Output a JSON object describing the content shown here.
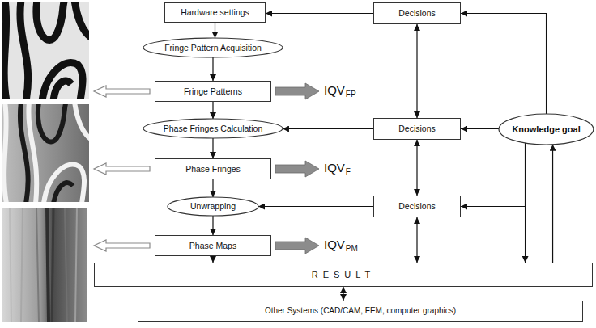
{
  "diagram": {
    "nodes": [
      {
        "text": [
          "Hardware settings"
        ]
      },
      {
        "text": [
          "Decisions"
        ]
      },
      {
        "text": [
          "Fringe Pattern Acquisition"
        ]
      },
      {
        "text": [
          "Fringe Patterns"
        ]
      },
      {
        "text": [
          "Phase Fringes Calculation"
        ]
      },
      {
        "text": [
          "Decisions"
        ]
      },
      {
        "text": [
          "Knowledge goal"
        ]
      },
      {
        "text": [
          "Phase Fringes"
        ]
      },
      {
        "text": [
          "Unwrapping"
        ]
      },
      {
        "text": [
          "Decisions"
        ]
      },
      {
        "text": [
          "Phase Maps"
        ]
      },
      {
        "text": [
          "RESULT"
        ]
      },
      {
        "text": [
          "Other Systems (CAD/CAM, FEM, computer graphics)"
        ]
      }
    ],
    "edges": [
      {
        "from": 0,
        "to": 2,
        "arrow": "to"
      },
      {
        "from": 2,
        "to": 3,
        "arrow": "to"
      },
      {
        "from": 3,
        "to": 4,
        "arrow": "to"
      },
      {
        "from": 4,
        "to": 7,
        "arrow": "to"
      },
      {
        "from": 7,
        "to": 8,
        "arrow": "to"
      },
      {
        "from": 8,
        "to": 10,
        "arrow": "to"
      },
      {
        "from": 10,
        "to": 11,
        "arrow": "to"
      },
      {
        "from": 1,
        "to": 0,
        "arrow": "to"
      },
      {
        "from": 5,
        "to": 4,
        "arrow": "to"
      },
      {
        "from": 9,
        "to": 8,
        "arrow": "to"
      },
      {
        "from": 1,
        "to": 5,
        "arrow": "both"
      },
      {
        "from": 5,
        "to": 9,
        "arrow": "both"
      },
      {
        "from": 9,
        "to": 11,
        "arrow": "both"
      },
      {
        "from": 6,
        "to": 1,
        "arrow": "to"
      },
      {
        "from": 6,
        "to": 5,
        "arrow": "to"
      },
      {
        "from": 6,
        "to": 9,
        "arrow": "to"
      },
      {
        "from": 6,
        "to": 11,
        "arrow": "to"
      },
      {
        "from": 11,
        "to": 6,
        "arrow": "to"
      },
      {
        "from": 11,
        "to": 12,
        "arrow": "both"
      }
    ],
    "labels": [
      "IQV",
      "FP",
      "IQV",
      "F",
      "IQV",
      "PM"
    ]
  }
}
